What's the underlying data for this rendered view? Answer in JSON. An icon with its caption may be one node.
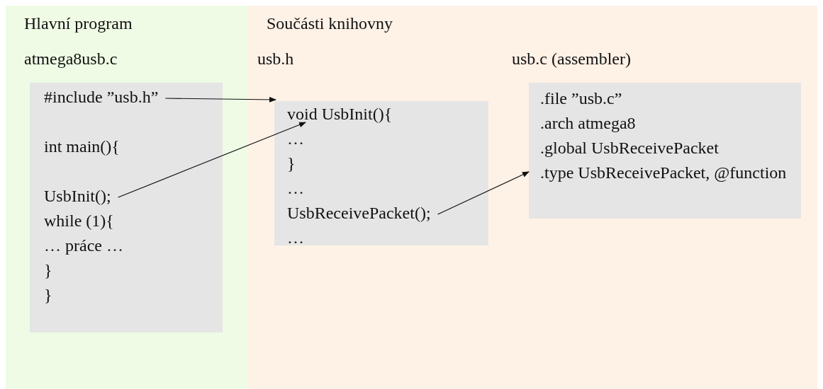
{
  "diagram": {
    "nodes": [
      {
        "text": [
          "Hlavní program"
        ]
      },
      {
        "text": [
          "Součásti knihovny"
        ]
      },
      {
        "text": [
          "atmega8usb.c"
        ],
        "in": 0
      },
      {
        "text": [
          "#include ”usb.h”"
        ],
        "in": 2
      },
      {
        "text": [
          "int main(){"
        ],
        "in": 2
      },
      {
        "text": [
          "UsbInit();"
        ],
        "in": 2
      },
      {
        "text": [
          "while (1){"
        ],
        "in": 2
      },
      {
        "text": [
          "… práce …"
        ],
        "in": 2
      },
      {
        "text": [
          "}"
        ],
        "in": 2
      },
      {
        "text": [
          "}"
        ],
        "in": 2
      },
      {
        "text": [
          "usb.h"
        ],
        "in": 1
      },
      {
        "text": [
          "void UsbInit(){"
        ],
        "in": 10
      },
      {
        "text": [
          "…"
        ],
        "in": 10
      },
      {
        "text": [
          "}"
        ],
        "in": 10
      },
      {
        "text": [
          "…"
        ],
        "in": 10
      },
      {
        "text": [
          "UsbReceivePacket();"
        ],
        "in": 10
      },
      {
        "text": [
          "…"
        ],
        "in": 10
      },
      {
        "text": [
          "usb.c (assembler)"
        ],
        "in": 1
      },
      {
        "text": [
          ".file ”usb.c”"
        ],
        "in": 17
      },
      {
        "text": [
          ".arch atmega8"
        ],
        "in": 17
      },
      {
        "text": [
          ".global UsbReceivePacket"
        ],
        "in": 17
      },
      {
        "text": [
          ".type UsbReceivePacket, @function"
        ],
        "in": 17
      }
    ],
    "edges": [
      {
        "from": 3,
        "to": 10,
        "arrow": "to"
      },
      {
        "from": 5,
        "to": 11,
        "arrow": "to"
      },
      {
        "from": 15,
        "to": 17,
        "arrow": "to"
      }
    ]
  }
}
